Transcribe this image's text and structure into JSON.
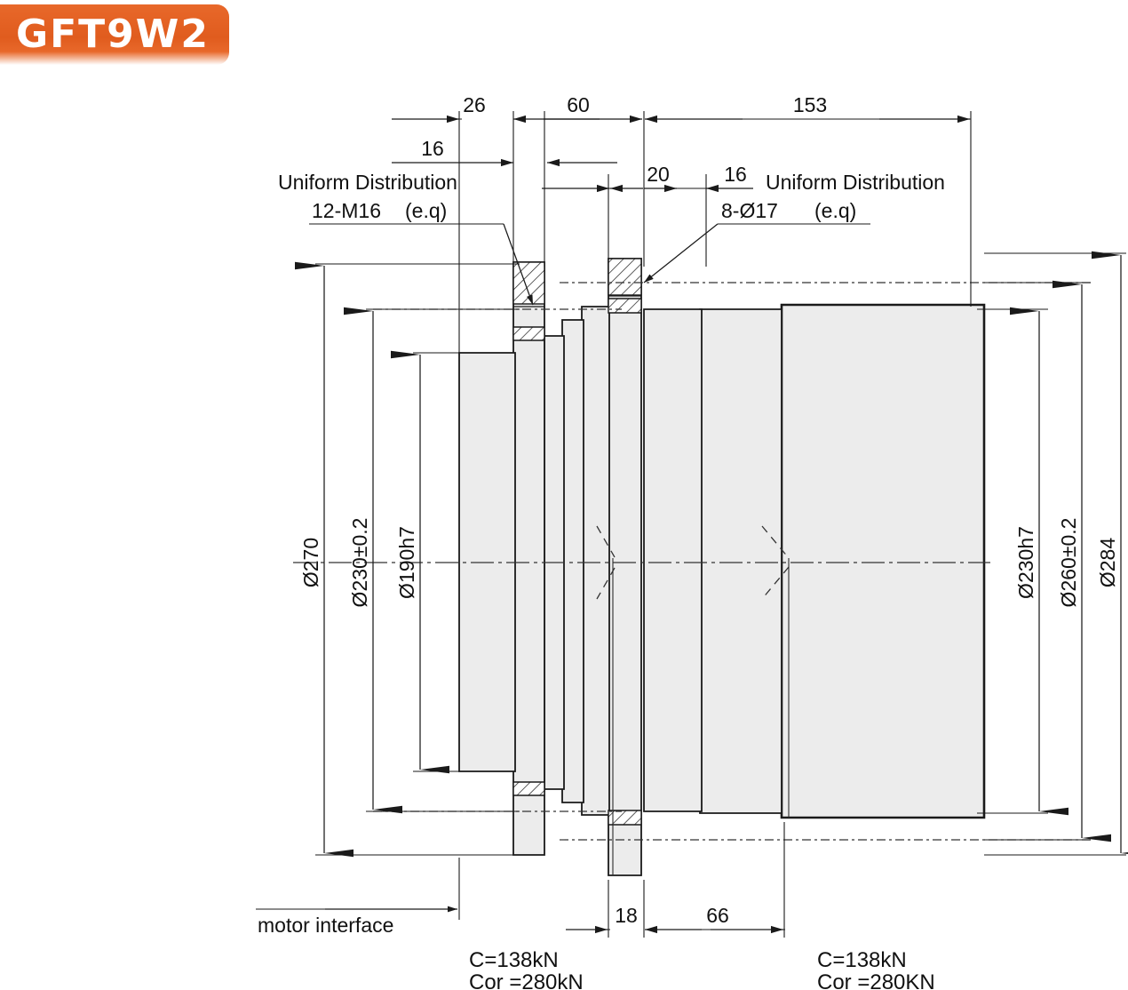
{
  "title": {
    "label": "GFT9W2",
    "color": "#e4601f"
  },
  "drawing": {
    "type": "engineering-cross-section",
    "units": "mm",
    "callouts": [
      {
        "id": "left-bolts",
        "line1": "Uniform Distribution",
        "line2": "12-M16",
        "line3": "(e.q)"
      },
      {
        "id": "right-holes",
        "line1": "Uniform Distribution",
        "line2": "8-Ø17",
        "line3": "(e.q)"
      }
    ],
    "horizontal_dims_top": [
      {
        "id": "d-26",
        "value": "26"
      },
      {
        "id": "d-60",
        "value": "60"
      },
      {
        "id": "d-153",
        "value": "153"
      }
    ],
    "horizontal_dims_mid": [
      {
        "id": "d-16-left",
        "value": "16"
      },
      {
        "id": "d-20",
        "value": "20"
      },
      {
        "id": "d-16-right",
        "value": "16"
      }
    ],
    "horizontal_dims_bottom": [
      {
        "id": "d-18",
        "value": "18"
      },
      {
        "id": "d-66",
        "value": "66"
      }
    ],
    "vertical_dims_left": [
      {
        "id": "v-270",
        "value": "Ø270"
      },
      {
        "id": "v-230t",
        "value": "Ø230±0.2"
      },
      {
        "id": "v-190h7",
        "value": "Ø190h7"
      }
    ],
    "vertical_dims_right": [
      {
        "id": "v-230h7",
        "value": "Ø230h7"
      },
      {
        "id": "v-260t",
        "value": "Ø260±0.2"
      },
      {
        "id": "v-284",
        "value": "Ø284"
      }
    ],
    "notes": {
      "motor_interface": "motor  interface",
      "left_load": {
        "c": "C=138kN",
        "cor": "Cor =280kN"
      },
      "right_load": {
        "c": "C=138kN",
        "cor": "Cor =280KN"
      }
    }
  }
}
